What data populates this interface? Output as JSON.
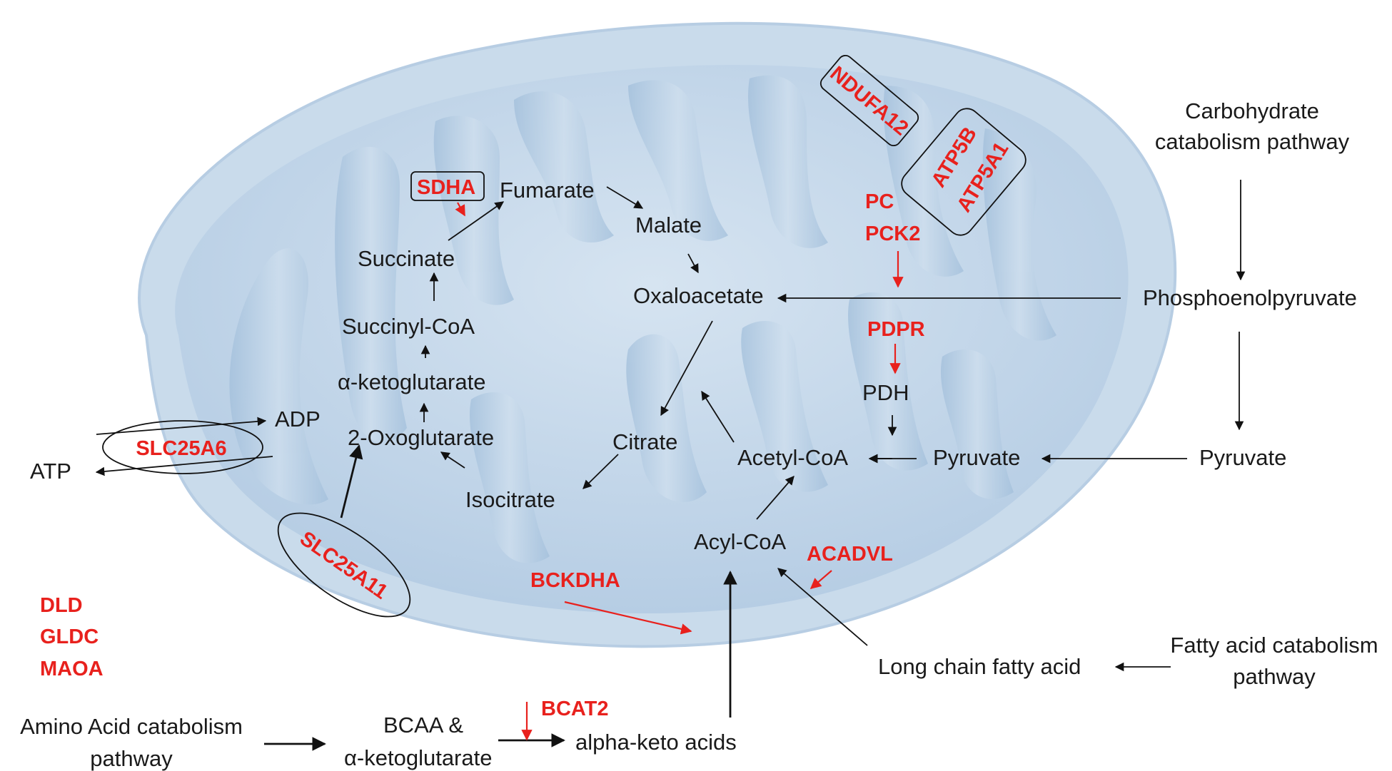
{
  "colors": {
    "gene": "#e8211d",
    "text": "#1a1a1a",
    "membrane_outer": "#c9dbeb",
    "membrane_inner": "#a9c4de",
    "matrix": "#bcd2e8"
  },
  "metabolites": {
    "fumarate": "Fumarate",
    "malate": "Malate",
    "succinate": "Succinate",
    "oxaloacetate": "Oxaloacetate",
    "succinyl_coa": "Succinyl-CoA",
    "alpha_ketoglutarate": "α-ketoglutarate",
    "oxoglutarate": "2-Oxoglutarate",
    "adp": "ADP",
    "atp": "ATP",
    "citrate": "Citrate",
    "isocitrate": "Isocitrate",
    "acetyl_coa": "Acetyl-CoA",
    "pyruvate_inner": "Pyruvate",
    "pyruvate_outer": "Pyruvate",
    "pdh": "PDH",
    "acyl_coa": "Acyl-CoA",
    "phosphoenolpyruvate": "Phosphoenolpyruvate",
    "long_chain_fatty_acid": "Long chain fatty acid",
    "bcaa_line1": "BCAA &",
    "bcaa_line2": "α-ketoglutarate",
    "alpha_keto_acids": "alpha-keto acids"
  },
  "pathways": {
    "carbohydrate_line1": "Carbohydrate",
    "carbohydrate_line2": "catabolism pathway",
    "fatty_acid_line1": "Fatty acid catabolism",
    "fatty_acid_line2": "pathway",
    "amino_acid_line1": "Amino Acid catabolism",
    "amino_acid_line2": "pathway"
  },
  "genes": {
    "ndufa12": "NDUFA12",
    "atp5b": "ATP5B",
    "atp5a1": "ATP5A1",
    "sdha": "SDHA",
    "pc": "PC",
    "pck2": "PCK2",
    "pdpr": "PDPR",
    "slc25a6": "SLC25A6",
    "slc25a11": "SLC25A11",
    "acadvl": "ACADVL",
    "bckdha": "BCKDHA",
    "bcat2": "BCAT2",
    "dld": "DLD",
    "gldc": "GLDC",
    "maoa": "MAOA"
  }
}
